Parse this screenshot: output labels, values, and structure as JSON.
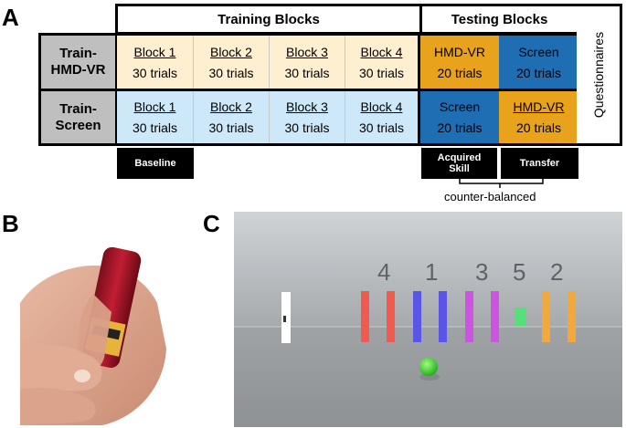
{
  "panels": {
    "a": "A",
    "b": "B",
    "c": "C"
  },
  "headers": {
    "training": "Training Blocks",
    "testing": "Testing Blocks"
  },
  "rows": [
    {
      "label_line1": "Train-",
      "label_line2": "HMD-VR",
      "training": [
        {
          "block": "Block 1",
          "trials": "30 trials"
        },
        {
          "block": "Block 2",
          "trials": "30 trials"
        },
        {
          "block": "Block 3",
          "trials": "30 trials"
        },
        {
          "block": "Block 4",
          "trials": "30 trials"
        }
      ],
      "testing": [
        {
          "name": "HMD-VR",
          "trials": "20 trials",
          "color": "#e8a21c"
        },
        {
          "name": "Screen",
          "trials": "20 trials",
          "color": "#1f6db3"
        }
      ]
    },
    {
      "label_line1": "Train-",
      "label_line2": "Screen",
      "training": [
        {
          "block": "Block 1",
          "trials": "30 trials"
        },
        {
          "block": "Block 2",
          "trials": "30 trials"
        },
        {
          "block": "Block 3",
          "trials": "30 trials"
        },
        {
          "block": "Block 4",
          "trials": "30 trials"
        }
      ],
      "testing": [
        {
          "name": "Screen",
          "trials": "20 trials",
          "color": "#1f6db3"
        },
        {
          "name": "HMD-VR",
          "trials": "20 trials",
          "color": "#e8a21c"
        }
      ]
    }
  ],
  "questionnaires": "Questionnaires",
  "labels": {
    "baseline": "Baseline",
    "acquired_line1": "Acquired",
    "acquired_line2": "Skill",
    "transfer": "Transfer",
    "counterbalanced": "counter-balanced"
  },
  "scene": {
    "digits": [
      "4",
      "1",
      "3",
      "5",
      "2"
    ],
    "colors": {
      "red": "#f05a4f",
      "blue": "#5a55e6",
      "magenta": "#cc55e0",
      "green": "#55e07a",
      "orange": "#f2a83a"
    }
  }
}
